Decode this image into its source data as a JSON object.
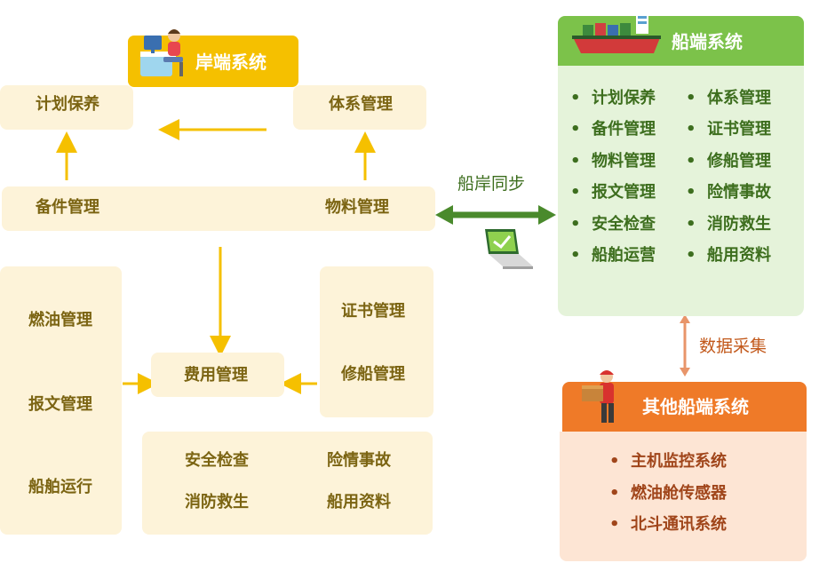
{
  "shore": {
    "title": "岸端系统",
    "plan": "计划保养",
    "system": "体系管理",
    "spares": "备件管理",
    "materials": "物料管理",
    "fuel": "燃油管理",
    "report": "报文管理",
    "operation": "船舶运行",
    "cost": "费用管理",
    "certificate": "证书管理",
    "repair": "修船管理",
    "safety": "安全检查",
    "accident": "险情事故",
    "fire": "消防救生",
    "info": "船用资料"
  },
  "link": {
    "sync": "船岸同步",
    "collect": "数据采集"
  },
  "ship": {
    "title": "船端系统",
    "items_left": [
      "计划保养",
      "备件管理",
      "物料管理",
      "报文管理",
      "安全检查",
      "船舶运营"
    ],
    "items_right": [
      "体系管理",
      "证书管理",
      "修船管理",
      "险情事故",
      "消防救生",
      "船用资料"
    ]
  },
  "other": {
    "title": "其他船端系统",
    "items": [
      "主机监控系统",
      "燃油舱传感器",
      "北斗通讯系统"
    ]
  },
  "colors": {
    "shore_accent": "#f5c000",
    "ship_accent": "#7cc24a",
    "other_accent": "#ef7a28",
    "sync_arrow": "#4a8a2c",
    "collect_arrow": "#e8956a"
  },
  "icons": {
    "shore": "office-worker-icon",
    "ship": "container-ship-icon",
    "other": "delivery-worker-icon",
    "sync": "laptop-icon"
  }
}
